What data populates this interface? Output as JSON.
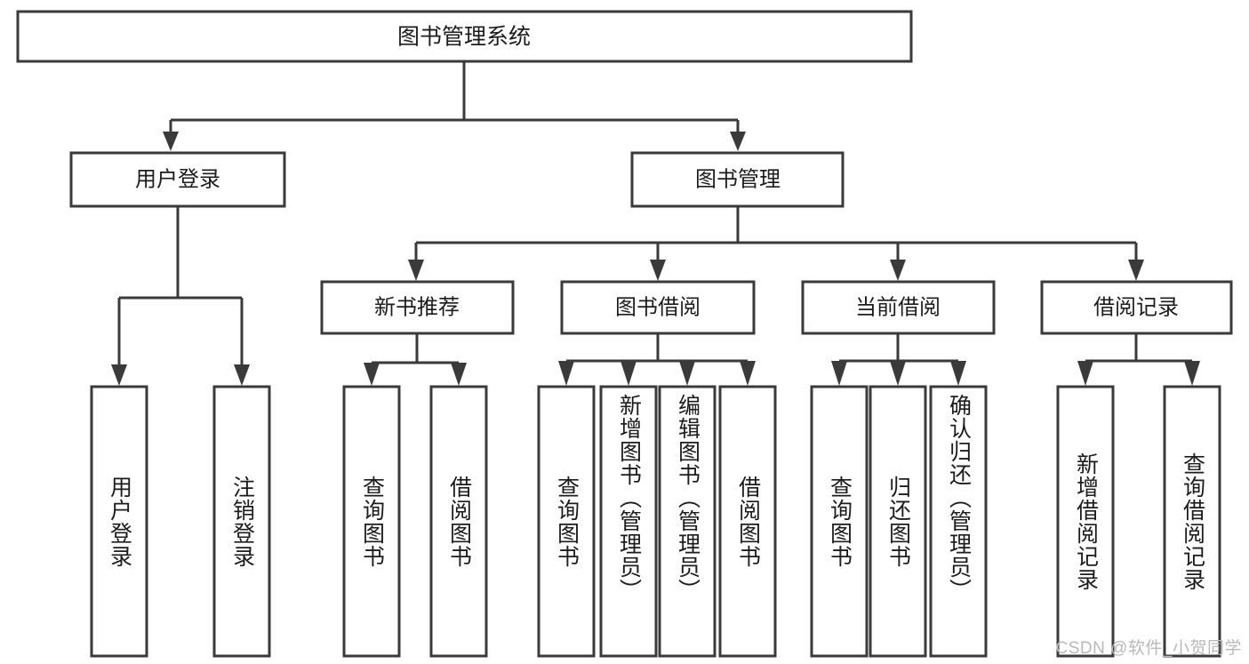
{
  "diagram": {
    "type": "hierarchy-tree",
    "title": "图书管理系统",
    "watermark": "CSDN @软件_小贺同学",
    "colors": {
      "box_stroke": "#3a3a3a",
      "box_fill": "#ffffff",
      "text": "#1c1c1c",
      "background": "#ffffff",
      "watermark": "#b9b9b9"
    },
    "root": {
      "label": "图书管理系统"
    },
    "level2": [
      {
        "label": "用户登录"
      },
      {
        "label": "图书管理"
      }
    ],
    "level3": [
      {
        "label": "新书推荐"
      },
      {
        "label": "图书借阅"
      },
      {
        "label": "当前借阅"
      },
      {
        "label": "借阅记录"
      }
    ],
    "leaves": {
      "user_login": [
        {
          "label": "用户登录"
        },
        {
          "label": "注销登录"
        }
      ],
      "new_book_recommend": [
        {
          "label": "查询图书"
        },
        {
          "label": "借阅图书"
        }
      ],
      "book_borrow": [
        {
          "label": "查询图书"
        },
        {
          "label": "新增图书（管理员）"
        },
        {
          "label": "编辑图书（管理员）"
        },
        {
          "label": "借阅图书"
        }
      ],
      "current_borrow": [
        {
          "label": "查询图书"
        },
        {
          "label": "归还图书"
        },
        {
          "label": "确认归还（管理员）"
        }
      ],
      "borrow_record": [
        {
          "label": "新增借阅记录"
        },
        {
          "label": "查询借阅记录"
        }
      ]
    }
  }
}
